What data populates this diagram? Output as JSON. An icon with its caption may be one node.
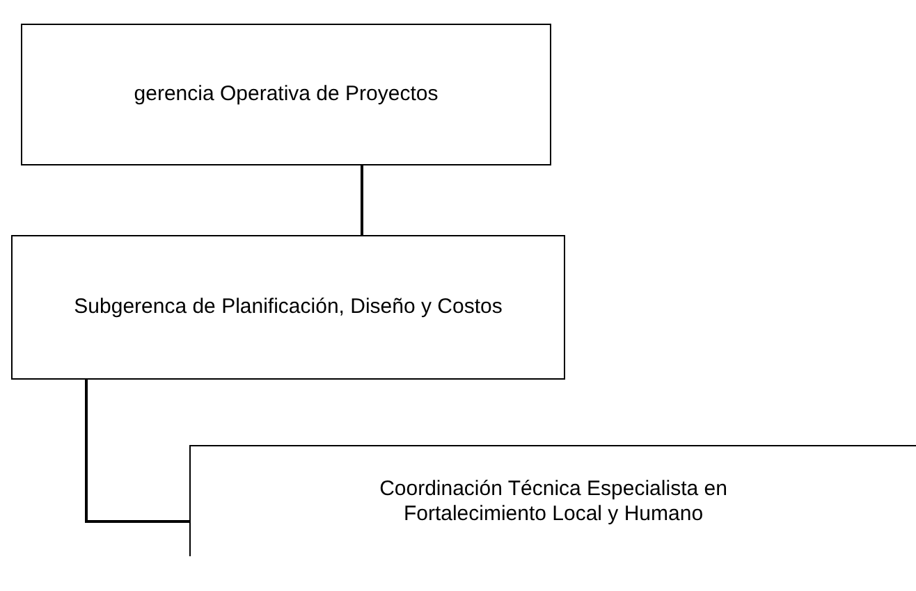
{
  "diagram": {
    "nodes": [
      {
        "text": [
          "gerencia Operativa de Proyectos"
        ]
      },
      {
        "text": [
          "Subgerenca de Planificación, Diseño y Costos"
        ]
      },
      {
        "text": [
          "Coordinación Técnica Especialista en Fortalecimiento Local y Humano"
        ]
      }
    ],
    "edges": [
      {
        "from": 0,
        "to": 1,
        "arrow": "none"
      },
      {
        "from": 1,
        "to": 2,
        "arrow": "none"
      }
    ]
  }
}
